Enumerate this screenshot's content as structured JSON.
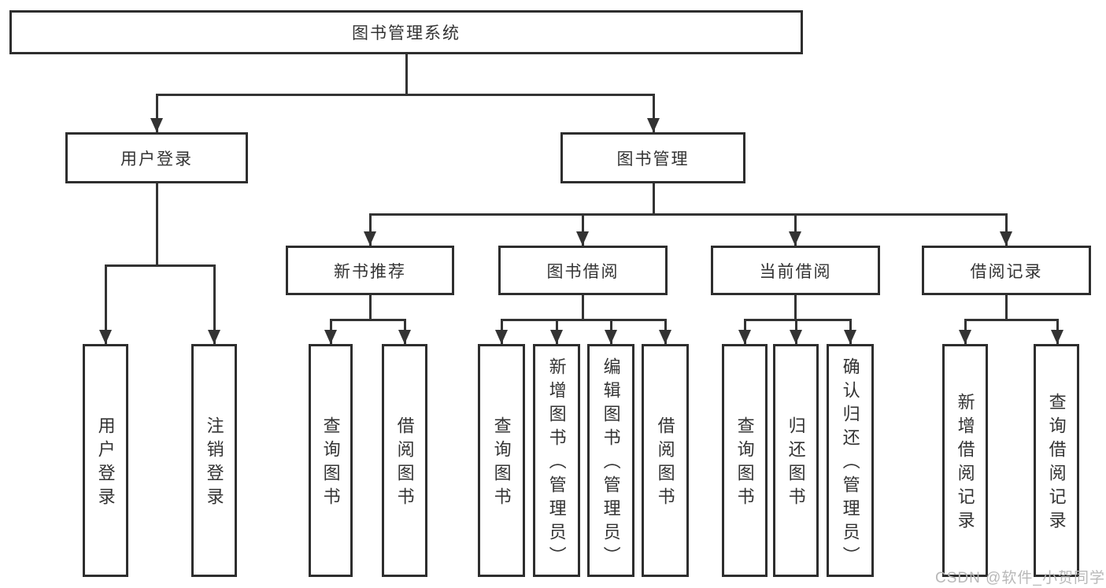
{
  "tree": {
    "label": "图书管理系统",
    "children": [
      {
        "label": "用户登录",
        "children": [
          {
            "label": "用户登录"
          },
          {
            "label": "注销登录"
          }
        ]
      },
      {
        "label": "图书管理",
        "children": [
          {
            "label": "新书推荐",
            "children": [
              {
                "label": "查询图书"
              },
              {
                "label": "借阅图书"
              }
            ]
          },
          {
            "label": "图书借阅",
            "children": [
              {
                "label": "查询图书"
              },
              {
                "label": "新增图书（管理员）"
              },
              {
                "label": "编辑图书（管理员）"
              },
              {
                "label": "借阅图书"
              }
            ]
          },
          {
            "label": "当前借阅",
            "children": [
              {
                "label": "查询图书"
              },
              {
                "label": "归还图书"
              },
              {
                "label": "确认归还（管理员）"
              }
            ]
          },
          {
            "label": "借阅记录",
            "children": [
              {
                "label": "新增借阅记录"
              },
              {
                "label": "查询借阅记录"
              }
            ]
          }
        ]
      }
    ]
  },
  "watermark": {
    "text": "CSDN @软件_小贺同学"
  },
  "colors": {
    "line": "#333333",
    "border": "#2e2e2e",
    "text": "#333333",
    "wm": "#b8b8b8"
  }
}
